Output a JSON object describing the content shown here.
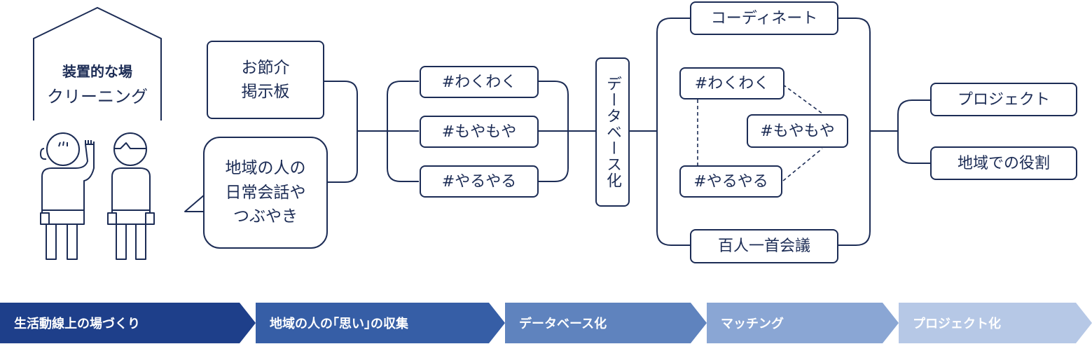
{
  "house": {
    "line1": "装置的な場",
    "line2": "クリーニング"
  },
  "notice_board": {
    "label": "お節介\n掲示板"
  },
  "speech_bubble": {
    "label": "地域の人の\n日常会話や\nつぶやき"
  },
  "tags": {
    "wakuwaku": "#わくわく",
    "moyamoya": "#もやもや",
    "yaruyaru": "#やるやる"
  },
  "database": {
    "label": "データベース化"
  },
  "coordinate": {
    "label": "コーディネート"
  },
  "matching_tags": {
    "wakuwaku": "#わくわく",
    "moyamoya": "#もやもや",
    "yaruyaru": "#やるやる"
  },
  "hyakunin": {
    "label": "百人一首会議"
  },
  "outputs": {
    "project": "プロジェクト",
    "local_role": "地域での役割"
  },
  "steps": [
    {
      "label": "生活動線上の場づくり",
      "color": "#1e3f8a"
    },
    {
      "label": "地域の人の｢思い｣の収集",
      "color": "#365ea6"
    },
    {
      "label": "データベース化",
      "color": "#5f83be"
    },
    {
      "label": "マッチング",
      "color": "#8aa6d4"
    },
    {
      "label": "プロジェクト化",
      "color": "#b6c8e6"
    }
  ]
}
